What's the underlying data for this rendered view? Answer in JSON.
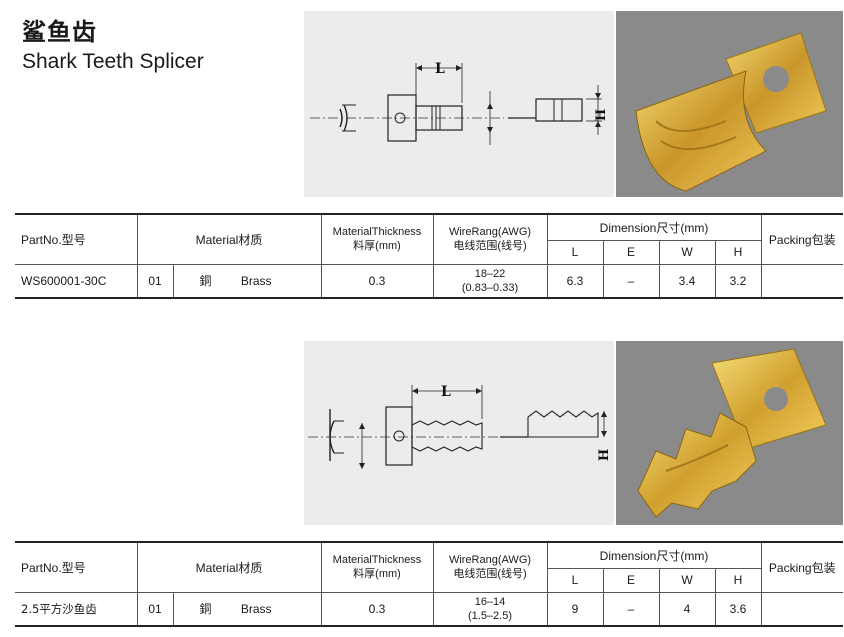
{
  "header": {
    "title_cn": "鲨鱼齿",
    "title_en": "Shark Teeth Splicer"
  },
  "table_headers": {
    "partno": "PartNo.型号",
    "material": "Material材质",
    "thickness_line1": "MaterialThickness",
    "thickness_line2": "料厚(mm)",
    "wire_line1": "WireRang(AWG)",
    "wire_line2": "电线范围(线号)",
    "dimension": "Dimension尺寸(mm)",
    "dim_L": "L",
    "dim_E": "E",
    "dim_W": "W",
    "dim_H": "H",
    "packing": "Packing包装"
  },
  "drawing_labels": {
    "L": "L",
    "H": "H"
  },
  "products": [
    {
      "partno": "WS600001-30C",
      "material_code": "01",
      "material_cn": "銅",
      "material_en": "Brass",
      "thickness": "0.3",
      "wire_awg": "18–22",
      "wire_mm": "(0.83–0.33)",
      "L": "6.3",
      "E": "–",
      "W": "3.4",
      "H": "3.2",
      "packing": ""
    },
    {
      "partno": "2.5平方沙鱼齿",
      "material_code": "01",
      "material_cn": "銅",
      "material_en": "Brass",
      "thickness": "0.3",
      "wire_awg": "16–14",
      "wire_mm": "(1.5–2.5)",
      "L": "9",
      "E": "–",
      "W": "4",
      "H": "3.6",
      "packing": ""
    }
  ],
  "colors": {
    "drawing_bg": "#ececec",
    "photo_bg": "#8a8a8a",
    "brass": "#d8b13a",
    "rule": "#222222"
  }
}
